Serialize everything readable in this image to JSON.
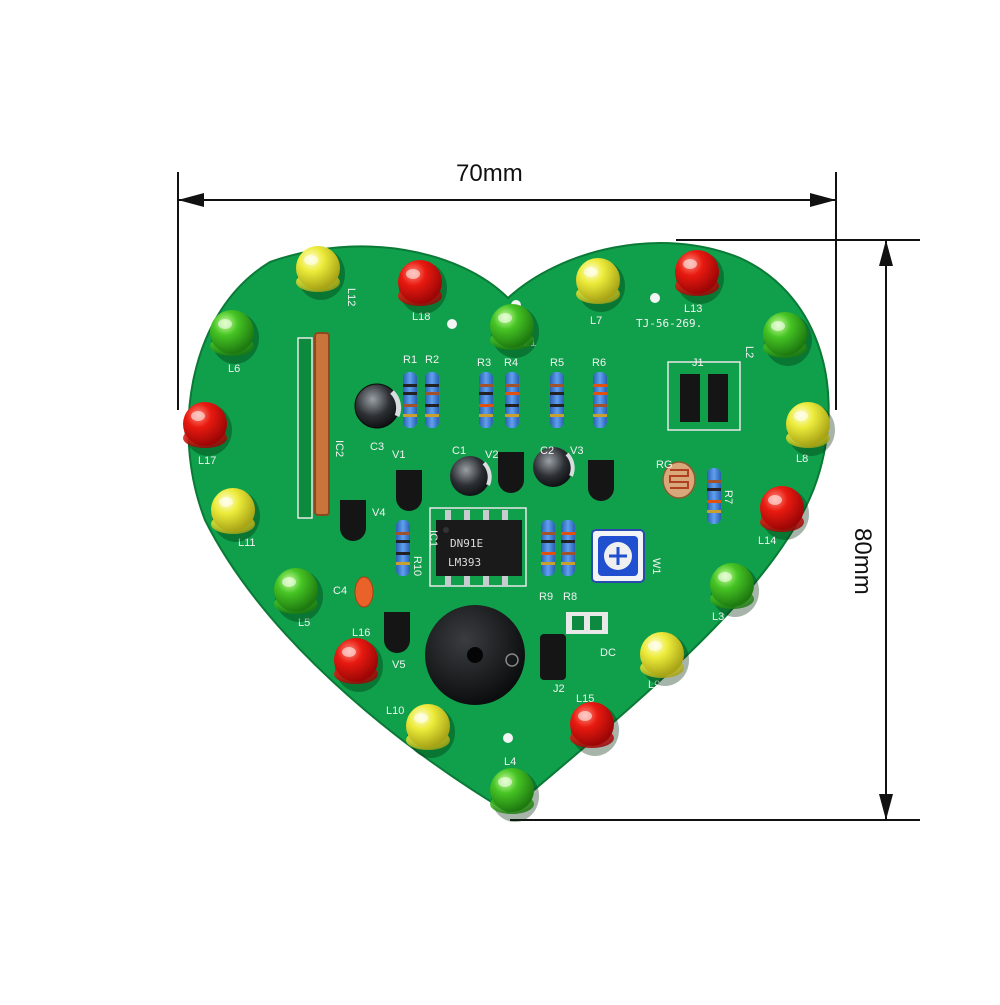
{
  "dimensions": {
    "width_label": "70mm",
    "height_label": "80mm"
  },
  "board": {
    "code": "TJ-56-269.",
    "chip": {
      "brand": "DN91E",
      "model": "LM393"
    },
    "dc_label": "DC",
    "ic2_label": "IC2",
    "ic1_label": "IC1",
    "colors": {
      "pcb": "#10a04c",
      "red_led": "#e01010",
      "green_led": "#3cc020",
      "yellow_led": "#e8e830"
    }
  },
  "leds": [
    {
      "label": "L12",
      "color": "yellow"
    },
    {
      "label": "L18",
      "color": "red"
    },
    {
      "label": "L1",
      "color": "green"
    },
    {
      "label": "L7",
      "color": "yellow"
    },
    {
      "label": "L13",
      "color": "red"
    },
    {
      "label": "L6",
      "color": "green"
    },
    {
      "label": "L2",
      "color": "green"
    },
    {
      "label": "L17",
      "color": "red"
    },
    {
      "label": "L8",
      "color": "yellow"
    },
    {
      "label": "L11",
      "color": "yellow"
    },
    {
      "label": "L14",
      "color": "red"
    },
    {
      "label": "L5",
      "color": "green"
    },
    {
      "label": "L3",
      "color": "green"
    },
    {
      "label": "L16",
      "color": "red"
    },
    {
      "label": "L9",
      "color": "yellow"
    },
    {
      "label": "L10",
      "color": "yellow"
    },
    {
      "label": "L15",
      "color": "red"
    },
    {
      "label": "L4",
      "color": "green"
    }
  ],
  "resistors": [
    "R1",
    "R2",
    "R3",
    "R4",
    "R5",
    "R6",
    "R7",
    "R8",
    "R9",
    "R10"
  ],
  "transistors": [
    "V1",
    "V2",
    "V3",
    "V4",
    "V5"
  ],
  "capacitors": [
    "C1",
    "C2",
    "C3",
    "C4"
  ],
  "others": {
    "j1": "J1",
    "j2": "J2",
    "rg": "RG",
    "w1": "W1"
  }
}
